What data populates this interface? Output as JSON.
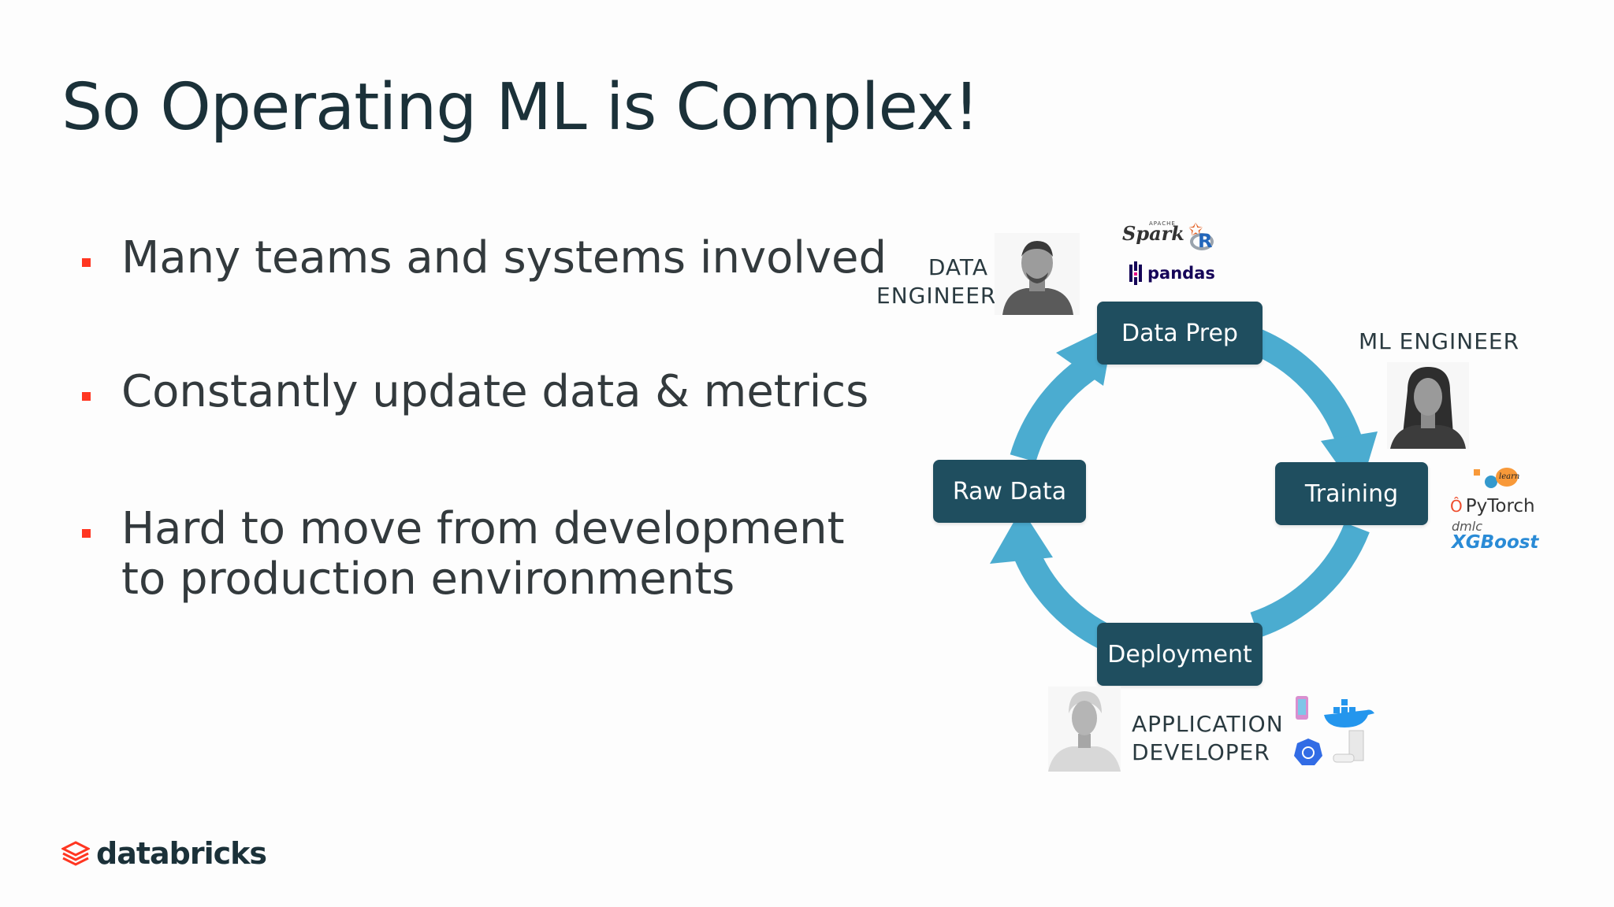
{
  "slide": {
    "title": "So Operating ML is Complex!"
  },
  "bullets": [
    {
      "text": "Many teams and systems involved"
    },
    {
      "text": "Constantly update data & metrics"
    },
    {
      "text": "Hard to move from development to production environments",
      "lines": [
        "Hard to move from development",
        "to production environments"
      ]
    }
  ],
  "diagram": {
    "stages": {
      "data_prep": "Data Prep",
      "training": "Training",
      "deployment": "Deployment",
      "raw_data": "Raw Data"
    },
    "roles": {
      "data_engineer": [
        "DATA",
        "ENGINEER"
      ],
      "ml_engineer": "ML ENGINEER",
      "app_developer": [
        "APPLICATION",
        "DEVELOPER"
      ]
    },
    "tool_logos": {
      "spark": "Spark",
      "spark_small": "APACHE",
      "r": "R",
      "pandas": "pandas",
      "sklearn": "learn",
      "pytorch": "PyTorch",
      "xgboost_prefix": "dmlc",
      "xgboost": "XGBoost"
    },
    "colors": {
      "cycle_arrow": "#4bacd0",
      "stage_box": "#1f4e5f",
      "bullet": "#ff3621",
      "brand": "#ff3621"
    }
  },
  "footer": {
    "brand": "databricks"
  }
}
